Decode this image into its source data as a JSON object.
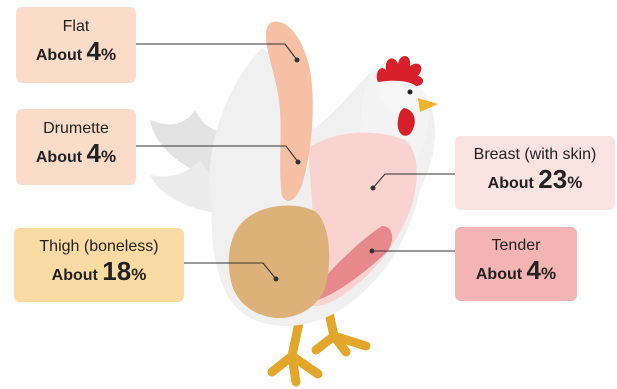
{
  "colors": {
    "body": "#f0f0f0",
    "body_shadow": "#e3e3e3",
    "wing": "#f5c0a3",
    "breast": "#f9d3cf",
    "tender": "#e7888c",
    "thigh": "#dcb27a",
    "comb": "#d8202a",
    "beak": "#f3b32a",
    "legs": "#e2a72a",
    "box_wing": "#fbdcc9",
    "box_thigh": "#fbdba4",
    "box_breast": "#fbe3e2",
    "box_tender": "#f4b4b4",
    "leader": "#333333"
  },
  "labels": {
    "flat": {
      "name": "Flat",
      "about": "About",
      "value": "4",
      "unit": "%"
    },
    "drumette": {
      "name": "Drumette",
      "about": "About",
      "value": "4",
      "unit": "%"
    },
    "thigh": {
      "name": "Thigh (boneless)",
      "about": "About",
      "value": "18",
      "unit": "%"
    },
    "breast": {
      "name": "Breast (with skin)",
      "about": "About",
      "value": "23",
      "unit": "%"
    },
    "tender": {
      "name": "Tender",
      "about": "About",
      "value": "4",
      "unit": "%"
    }
  }
}
